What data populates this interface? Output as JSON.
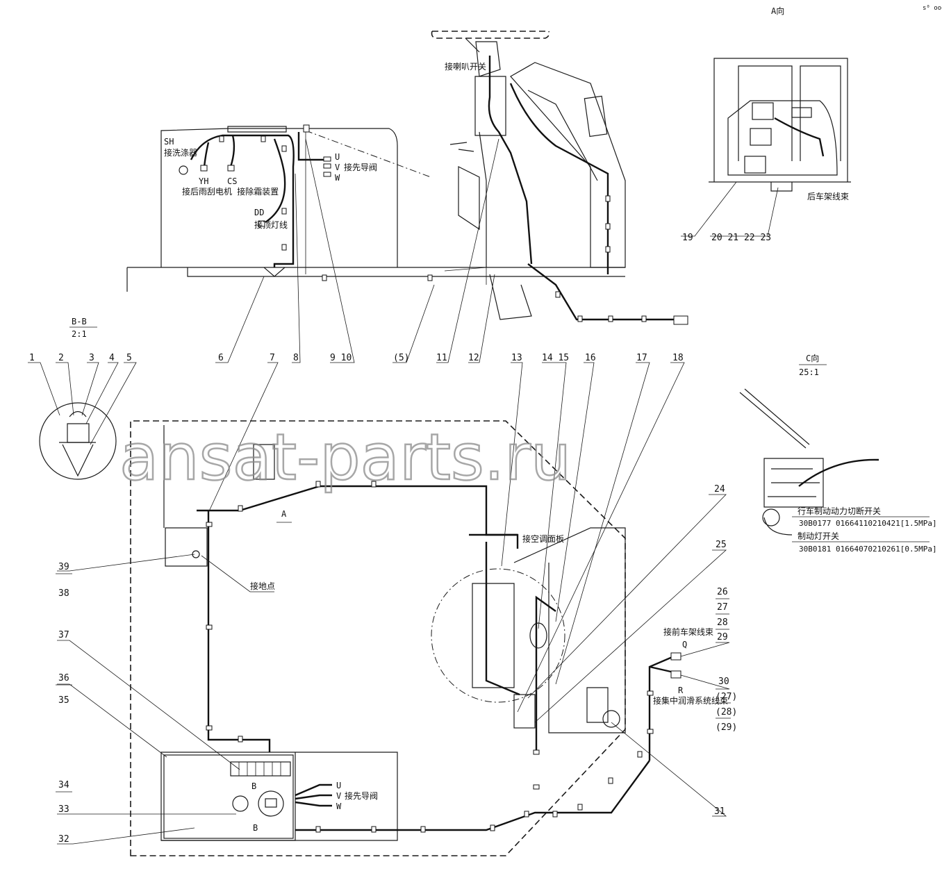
{
  "corner_mark": "s⁰ ooo",
  "views": {
    "view_a": "A向",
    "view_bb": "B-B",
    "view_bb_scale": "2:1",
    "view_c": "C向",
    "view_c_scale": "25:1",
    "section_a_mark": "A",
    "section_b_mark_top": "B",
    "section_b_mark_bottom": "B"
  },
  "connectors": {
    "sh_code": "SH",
    "sh_label": "接洗涤器",
    "yh_code": "YH",
    "cs_code": "CS",
    "yh_cs_label": "接后雨刮电机 接除霜装置",
    "dd_code": "DD",
    "dd_label": "接顶灯线",
    "uvw_top": [
      "U",
      "V",
      "W"
    ],
    "uvw_top_label": "接先导阀",
    "horn_label": "接喇叭开关",
    "rear_frame_label": "后车架线束",
    "ac_panel_label": "接空调面板",
    "ground_label": "接地点",
    "front_frame_label": "接前车架线束",
    "q_code": "Q",
    "r_code": "R",
    "lube_label": "接集中润滑系统线束",
    "uvw_bottom": [
      "U",
      "V",
      "W"
    ],
    "uvw_bottom_label": "接先导阀",
    "brake_cutoff_label": "行车制动动力切断开关",
    "brake_cutoff_spec": "30B0177 01664110210421[1.5MPa]",
    "brake_light_label": "制动灯开关",
    "brake_light_spec": "30B0181 01664070210261[0.5MPa]"
  },
  "callouts": {
    "n1": "1",
    "n2": "2",
    "n3": "3",
    "n4": "4",
    "n5": "5",
    "n6": "6",
    "n7": "7",
    "n8": "8",
    "n9_10": "9 10",
    "n5p": "(5)",
    "n11": "11",
    "n12": "12",
    "n13": "13",
    "n14_15": "14 15",
    "n16": "16",
    "n17": "17",
    "n18": "18",
    "n19": "19",
    "n20_23": "20 21 22 23",
    "n24": "24",
    "n25": "25",
    "n26": "26",
    "n27": "27",
    "n28": "28",
    "n29": "29",
    "n30": "30",
    "n27p": "(27)",
    "n28p": "(28)",
    "n29p": "(29)",
    "n31": "31",
    "n32": "32",
    "n33": "33",
    "n34": "34",
    "n35": "35",
    "n36": "36",
    "n37": "37",
    "n38": "38",
    "n39": "39"
  },
  "watermark": "ansat-parts.ru"
}
